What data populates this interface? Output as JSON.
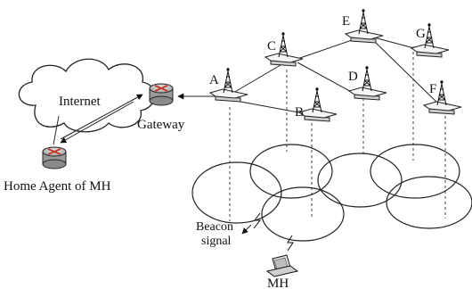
{
  "labels": {
    "internet": "Internet",
    "gateway": "Gateway",
    "home_agent": "Home Agent of MH",
    "beacon_line1": "Beacon",
    "beacon_line2": "signal",
    "mh": "MH"
  },
  "nodes": [
    {
      "id": "A"
    },
    {
      "id": "B"
    },
    {
      "id": "C"
    },
    {
      "id": "D"
    },
    {
      "id": "E"
    },
    {
      "id": "F"
    },
    {
      "id": "G"
    }
  ]
}
